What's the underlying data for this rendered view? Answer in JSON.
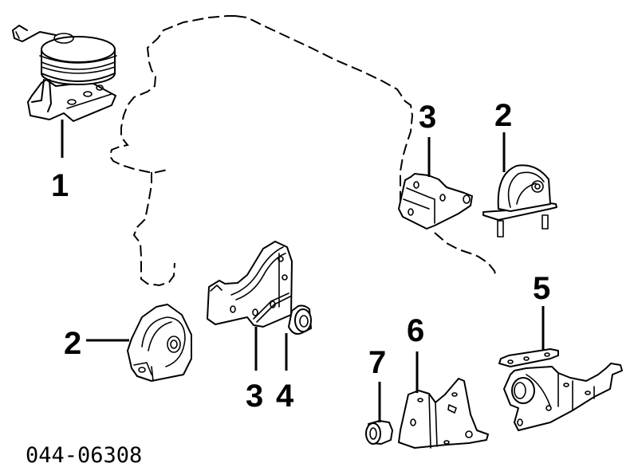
{
  "diagram": {
    "title": "Engine mount parts diagram",
    "reference_code": "044-06308",
    "background_color": "#ffffff",
    "line_color": "#000000",
    "callouts": [
      {
        "id": "callout-1",
        "label": "1",
        "part": "upper engine mount (hydraulic)"
      },
      {
        "id": "callout-2-top",
        "label": "2",
        "part": "rear engine mount insulator"
      },
      {
        "id": "callout-3-top",
        "label": "3",
        "part": "mounting bracket"
      },
      {
        "id": "callout-2-left",
        "label": "2",
        "part": "front engine mount insulator"
      },
      {
        "id": "callout-3-bottom",
        "label": "3",
        "part": "mounting bracket"
      },
      {
        "id": "callout-4",
        "label": "4",
        "part": "bushing"
      },
      {
        "id": "callout-5",
        "label": "5",
        "part": "side mount with bracket"
      },
      {
        "id": "callout-6",
        "label": "6",
        "part": "bracket"
      },
      {
        "id": "callout-7",
        "label": "7",
        "part": "bushing"
      }
    ],
    "engine_outline": "dashed"
  }
}
